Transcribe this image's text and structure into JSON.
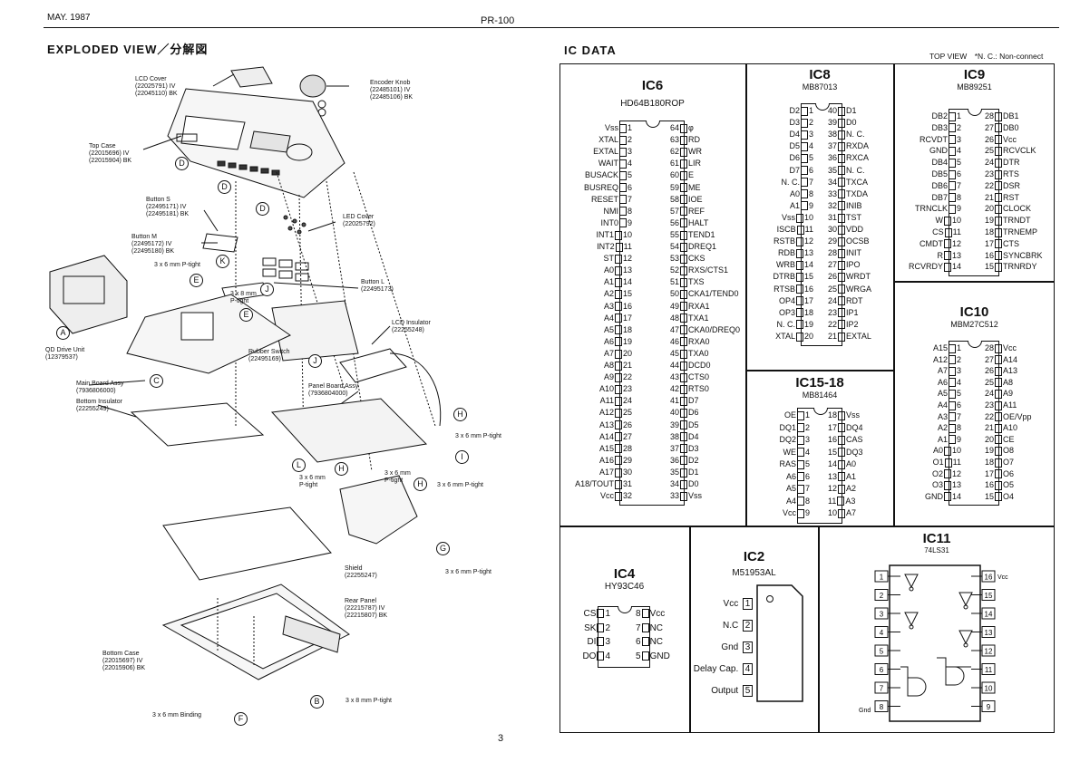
{
  "header": {
    "date": "MAY. 1987",
    "model": "PR-100",
    "page_number": "3"
  },
  "exploded": {
    "title": "EXPLODED VIEW／分解図",
    "callouts": [
      {
        "id": "lcd-cover",
        "text": "LCD Cover\n(22025791) IV\n(22045110) BK"
      },
      {
        "id": "encoder-knob",
        "text": "Encoder Knob\n(22485101) IV\n(22485106) BK"
      },
      {
        "id": "top-case",
        "text": "Top Case\n(22015696) IV\n(22015904) BK"
      },
      {
        "id": "button-s",
        "text": "Button S\n(22495171) IV\n(22495181) BK"
      },
      {
        "id": "led-cover",
        "text": "LED Cover\n(22025792)"
      },
      {
        "id": "button-m",
        "text": "Button M\n(22495172) IV\n(22495180) BK"
      },
      {
        "id": "screw-k",
        "text": "3 x 6 mm P-tight"
      },
      {
        "id": "screw-e",
        "text": "3 x 8 mm\nP-tight"
      },
      {
        "id": "button-l",
        "text": "Button L\n(22495173)"
      },
      {
        "id": "qd-drive",
        "text": "QD Drive Unit\n(12379537)"
      },
      {
        "id": "rubber-switch",
        "text": "Rubber Switch\n(22495169)"
      },
      {
        "id": "lcd-insulator",
        "text": "LCD Insulator\n(22255248)"
      },
      {
        "id": "main-board",
        "text": "Main Board Assy\n(7936806000)"
      },
      {
        "id": "bottom-insulator",
        "text": "Bottom Insulator\n(22255249)"
      },
      {
        "id": "panel-board",
        "text": "Panel Board Assy\n(7936804000)"
      },
      {
        "id": "screw-h1",
        "text": "3 x 6 mm P-tight"
      },
      {
        "id": "screw-l",
        "text": "3 x 6 mm\nP-tight"
      },
      {
        "id": "screw-h2",
        "text": "3 x 6 mm\nP-tight"
      },
      {
        "id": "screw-h3",
        "text": "3 x 6 mm P-tight"
      },
      {
        "id": "shield",
        "text": "Shield\n(22255247)"
      },
      {
        "id": "screw-g",
        "text": "3 x 6 mm P-tight"
      },
      {
        "id": "rear-panel",
        "text": "Rear Panel\n(22215787) IV\n(22215807) BK"
      },
      {
        "id": "bottom-case",
        "text": "Bottom Case\n(22015697) IV\n(22015906) BK"
      },
      {
        "id": "screw-b",
        "text": "3 x 8 mm P-tight"
      },
      {
        "id": "screw-f",
        "text": "3 x 6 mm Binding"
      }
    ],
    "markers": [
      "D",
      "D",
      "D",
      "K",
      "E",
      "E",
      "J",
      "A",
      "C",
      "J",
      "H",
      "I",
      "L",
      "H",
      "H",
      "G",
      "B",
      "F"
    ]
  },
  "ic_data": {
    "title": "IC DATA",
    "top_view_note": "TOP VIEW　*N. C.: Non-connect",
    "ic6": {
      "name": "IC6",
      "part": "HD64B180ROP",
      "left": [
        [
          "Vss",
          "1"
        ],
        [
          "XTAL",
          "2"
        ],
        [
          "EXTAL",
          "3"
        ],
        [
          "WAIT",
          "4"
        ],
        [
          "BUSACK",
          "5"
        ],
        [
          "BUSREQ",
          "6"
        ],
        [
          "RESET",
          "7"
        ],
        [
          "NMI",
          "8"
        ],
        [
          "INT0",
          "9"
        ],
        [
          "INT1",
          "10"
        ],
        [
          "INT2",
          "11"
        ],
        [
          "ST",
          "12"
        ],
        [
          "A0",
          "13"
        ],
        [
          "A1",
          "14"
        ],
        [
          "A2",
          "15"
        ],
        [
          "A3",
          "16"
        ],
        [
          "A4",
          "17"
        ],
        [
          "A5",
          "18"
        ],
        [
          "A6",
          "19"
        ],
        [
          "A7",
          "20"
        ],
        [
          "A8",
          "21"
        ],
        [
          "A9",
          "22"
        ],
        [
          "A10",
          "23"
        ],
        [
          "A11",
          "24"
        ],
        [
          "A12",
          "25"
        ],
        [
          "A13",
          "26"
        ],
        [
          "A14",
          "27"
        ],
        [
          "A15",
          "28"
        ],
        [
          "A16",
          "29"
        ],
        [
          "A17",
          "30"
        ],
        [
          "A18/TOUT",
          "31"
        ],
        [
          "Vcc",
          "32"
        ]
      ],
      "right": [
        [
          "64",
          "φ"
        ],
        [
          "63",
          "RD"
        ],
        [
          "62",
          "WR"
        ],
        [
          "61",
          "LIR"
        ],
        [
          "60",
          "E"
        ],
        [
          "59",
          "ME"
        ],
        [
          "58",
          "IOE"
        ],
        [
          "57",
          "REF"
        ],
        [
          "56",
          "HALT"
        ],
        [
          "55",
          "TEND1"
        ],
        [
          "54",
          "DREQ1"
        ],
        [
          "53",
          "CKS"
        ],
        [
          "52",
          "RXS/CTS1"
        ],
        [
          "51",
          "TXS"
        ],
        [
          "50",
          "CKA1/TEND0"
        ],
        [
          "49",
          "RXA1"
        ],
        [
          "48",
          "TXA1"
        ],
        [
          "47",
          "CKA0/DREQ0"
        ],
        [
          "46",
          "RXA0"
        ],
        [
          "45",
          "TXA0"
        ],
        [
          "44",
          "DCD0"
        ],
        [
          "43",
          "CTS0"
        ],
        [
          "42",
          "RTS0"
        ],
        [
          "41",
          "D7"
        ],
        [
          "40",
          "D6"
        ],
        [
          "39",
          "D5"
        ],
        [
          "38",
          "D4"
        ],
        [
          "37",
          "D3"
        ],
        [
          "36",
          "D2"
        ],
        [
          "35",
          "D1"
        ],
        [
          "34",
          "D0"
        ],
        [
          "33",
          "Vss"
        ]
      ]
    },
    "ic8": {
      "name": "IC8",
      "part": "MB87013",
      "left": [
        [
          "D2",
          "1"
        ],
        [
          "D3",
          "2"
        ],
        [
          "D4",
          "3"
        ],
        [
          "D5",
          "4"
        ],
        [
          "D6",
          "5"
        ],
        [
          "D7",
          "6"
        ],
        [
          "N. C.",
          "7"
        ],
        [
          "A0",
          "8"
        ],
        [
          "A1",
          "9"
        ],
        [
          "Vss",
          "10"
        ],
        [
          "ISCB",
          "11"
        ],
        [
          "RSTB",
          "12"
        ],
        [
          "RDB",
          "13"
        ],
        [
          "WRB",
          "14"
        ],
        [
          "DTRB",
          "15"
        ],
        [
          "RTSB",
          "16"
        ],
        [
          "OP4",
          "17"
        ],
        [
          "OP3",
          "18"
        ],
        [
          "N. C.",
          "19"
        ],
        [
          "XTAL",
          "20"
        ]
      ],
      "right": [
        [
          "40",
          "D1"
        ],
        [
          "39",
          "D0"
        ],
        [
          "38",
          "N. C."
        ],
        [
          "37",
          "RXDA"
        ],
        [
          "36",
          "RXCA"
        ],
        [
          "35",
          "N. C."
        ],
        [
          "34",
          "TXCA"
        ],
        [
          "33",
          "TXDA"
        ],
        [
          "32",
          "INIB"
        ],
        [
          "31",
          "TST"
        ],
        [
          "30",
          "VDD"
        ],
        [
          "29",
          "OCSB"
        ],
        [
          "28",
          "INIT"
        ],
        [
          "27",
          "IPO"
        ],
        [
          "26",
          "WRDT"
        ],
        [
          "25",
          "WRGA"
        ],
        [
          "24",
          "RDT"
        ],
        [
          "23",
          "IP1"
        ],
        [
          "22",
          "IP2"
        ],
        [
          "21",
          "EXTAL"
        ]
      ]
    },
    "ic9": {
      "name": "IC9",
      "part": "MB89251",
      "left": [
        [
          "DB2",
          "1"
        ],
        [
          "DB3",
          "2"
        ],
        [
          "RCVDT",
          "3"
        ],
        [
          "GND",
          "4"
        ],
        [
          "DB4",
          "5"
        ],
        [
          "DB5",
          "6"
        ],
        [
          "DB6",
          "7"
        ],
        [
          "DB7",
          "8"
        ],
        [
          "TRNCLK",
          "9"
        ],
        [
          "W",
          "10"
        ],
        [
          "CS",
          "11"
        ],
        [
          "CMDT",
          "12"
        ],
        [
          "R",
          "13"
        ],
        [
          "RCVRDY",
          "14"
        ]
      ],
      "right": [
        [
          "28",
          "DB1"
        ],
        [
          "27",
          "DB0"
        ],
        [
          "26",
          "Vcc"
        ],
        [
          "25",
          "RCVCLK"
        ],
        [
          "24",
          "DTR"
        ],
        [
          "23",
          "RTS"
        ],
        [
          "22",
          "DSR"
        ],
        [
          "21",
          "RST"
        ],
        [
          "20",
          "CLOCK"
        ],
        [
          "19",
          "TRNDT"
        ],
        [
          "18",
          "TRNEMP"
        ],
        [
          "17",
          "CTS"
        ],
        [
          "16",
          "SYNCBRK"
        ],
        [
          "15",
          "TRNRDY"
        ]
      ]
    },
    "ic10": {
      "name": "IC10",
      "part": "MBM27C512",
      "left": [
        [
          "A15",
          "1"
        ],
        [
          "A12",
          "2"
        ],
        [
          "A7",
          "3"
        ],
        [
          "A6",
          "4"
        ],
        [
          "A5",
          "5"
        ],
        [
          "A4",
          "6"
        ],
        [
          "A3",
          "7"
        ],
        [
          "A2",
          "8"
        ],
        [
          "A1",
          "9"
        ],
        [
          "A0",
          "10"
        ],
        [
          "O1",
          "11"
        ],
        [
          "O2",
          "12"
        ],
        [
          "O3",
          "13"
        ],
        [
          "GND",
          "14"
        ]
      ],
      "right": [
        [
          "28",
          "Vcc"
        ],
        [
          "27",
          "A14"
        ],
        [
          "26",
          "A13"
        ],
        [
          "25",
          "A8"
        ],
        [
          "24",
          "A9"
        ],
        [
          "23",
          "A11"
        ],
        [
          "22",
          "OE/Vpp"
        ],
        [
          "21",
          "A10"
        ],
        [
          "20",
          "CE"
        ],
        [
          "19",
          "O8"
        ],
        [
          "18",
          "O7"
        ],
        [
          "17",
          "O6"
        ],
        [
          "16",
          "O5"
        ],
        [
          "15",
          "O4"
        ]
      ]
    },
    "ic15": {
      "name": "IC15-18",
      "part": "MB81464",
      "left": [
        [
          "OE",
          "1"
        ],
        [
          "DQ1",
          "2"
        ],
        [
          "DQ2",
          "3"
        ],
        [
          "WE",
          "4"
        ],
        [
          "RAS",
          "5"
        ],
        [
          "A6",
          "6"
        ],
        [
          "A5",
          "7"
        ],
        [
          "A4",
          "8"
        ],
        [
          "Vcc",
          "9"
        ]
      ],
      "right": [
        [
          "18",
          "Vss"
        ],
        [
          "17",
          "DQ4"
        ],
        [
          "16",
          "CAS"
        ],
        [
          "15",
          "DQ3"
        ],
        [
          "14",
          "A0"
        ],
        [
          "13",
          "A1"
        ],
        [
          "12",
          "A2"
        ],
        [
          "11",
          "A3"
        ],
        [
          "10",
          "A7"
        ]
      ]
    },
    "ic4": {
      "name": "IC4",
      "part": "HY93C46",
      "left": [
        [
          "CS",
          "1"
        ],
        [
          "SK",
          "2"
        ],
        [
          "DI",
          "3"
        ],
        [
          "DO",
          "4"
        ]
      ],
      "right": [
        [
          "8",
          "Vcc"
        ],
        [
          "7",
          "NC"
        ],
        [
          "6",
          "NC"
        ],
        [
          "5",
          "GND"
        ]
      ]
    },
    "ic2": {
      "name": "IC2",
      "part": "M51953AL",
      "pins": [
        [
          "Vcc",
          "1"
        ],
        [
          "N.C",
          "2"
        ],
        [
          "Gnd",
          "3"
        ],
        [
          "Delay Cap.",
          "4"
        ],
        [
          "Output",
          "5"
        ]
      ]
    },
    "ic11": {
      "name": "IC11",
      "part": "74LS31",
      "left": [
        "1",
        "2",
        "3",
        "4",
        "5",
        "6",
        "7",
        "8"
      ],
      "right": [
        "16",
        "15",
        "14",
        "13",
        "12",
        "11",
        "10",
        "9"
      ],
      "vcc_label": "Vcc",
      "gnd_label": "Gnd"
    }
  }
}
